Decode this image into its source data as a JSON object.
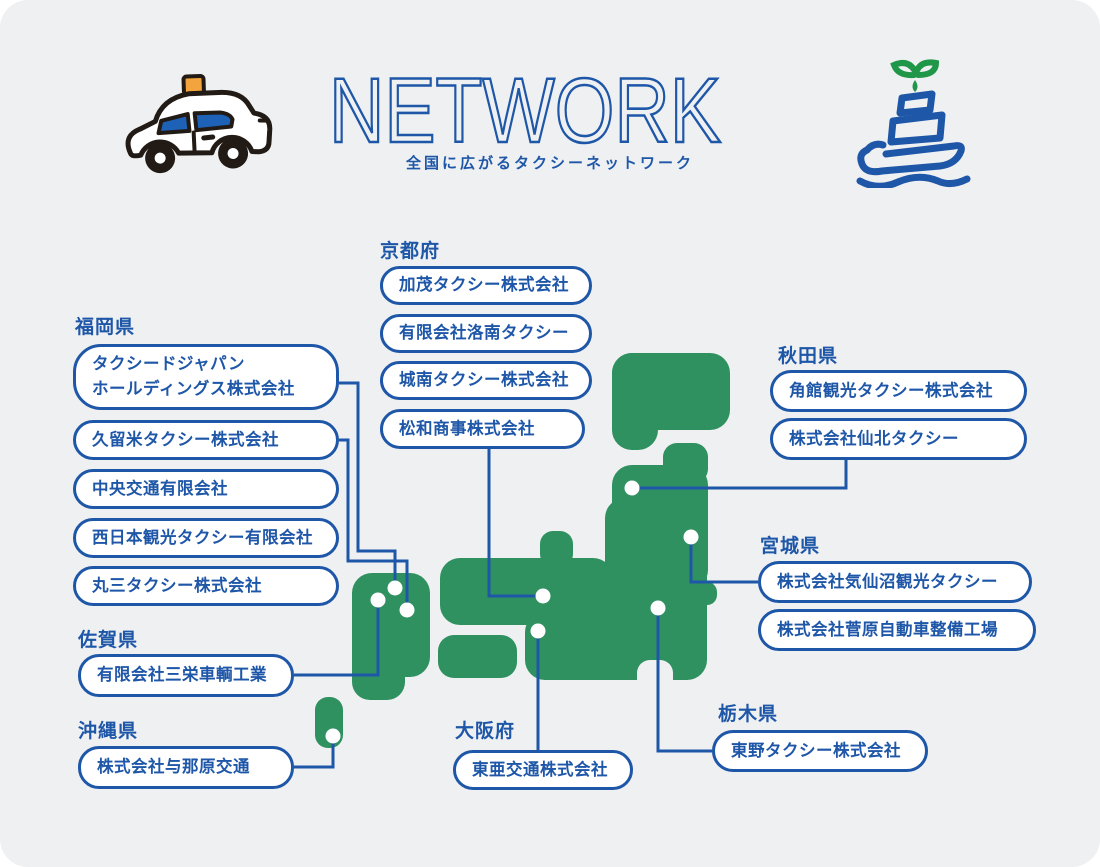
{
  "header": {
    "title": "NETWORK",
    "subtitle": "全国に広がるタクシーネットワーク"
  },
  "icons": {
    "left": "taxi-icon",
    "right": "ship-icon"
  },
  "colors": {
    "accent_blue": "#1e56a8",
    "map_green": "#2f9160",
    "panel_bg": "#eef0f2",
    "pill_bg": "#ffffff",
    "taxi_sign_orange": "#f3a43c",
    "sprout_green": "#1f9648"
  },
  "regions": [
    {
      "name": "京都府",
      "companies": [
        "加茂タクシー株式会社",
        "有限会社洛南タクシー",
        "城南タクシー株式会社",
        "松和商事株式会社"
      ]
    },
    {
      "name": "福岡県",
      "companies": [
        "タクシードジャパン\nホールディングス株式会社",
        "久留米タクシー株式会社",
        "中央交通有限会社",
        "西日本観光タクシー有限会社",
        "丸三タクシー株式会社"
      ]
    },
    {
      "name": "佐賀県",
      "companies": [
        "有限会社三栄車輌工業"
      ]
    },
    {
      "name": "沖縄県",
      "companies": [
        "株式会社与那原交通"
      ]
    },
    {
      "name": "秋田県",
      "companies": [
        "角館観光タクシー株式会社",
        "株式会社仙北タクシー"
      ]
    },
    {
      "name": "宮城県",
      "companies": [
        "株式会社気仙沼観光タクシー",
        "株式会社菅原自動車整備工場"
      ]
    },
    {
      "name": "栃木県",
      "companies": [
        "東野タクシー株式会社"
      ]
    },
    {
      "name": "大阪府",
      "companies": [
        "東亜交通株式会社"
      ]
    }
  ]
}
